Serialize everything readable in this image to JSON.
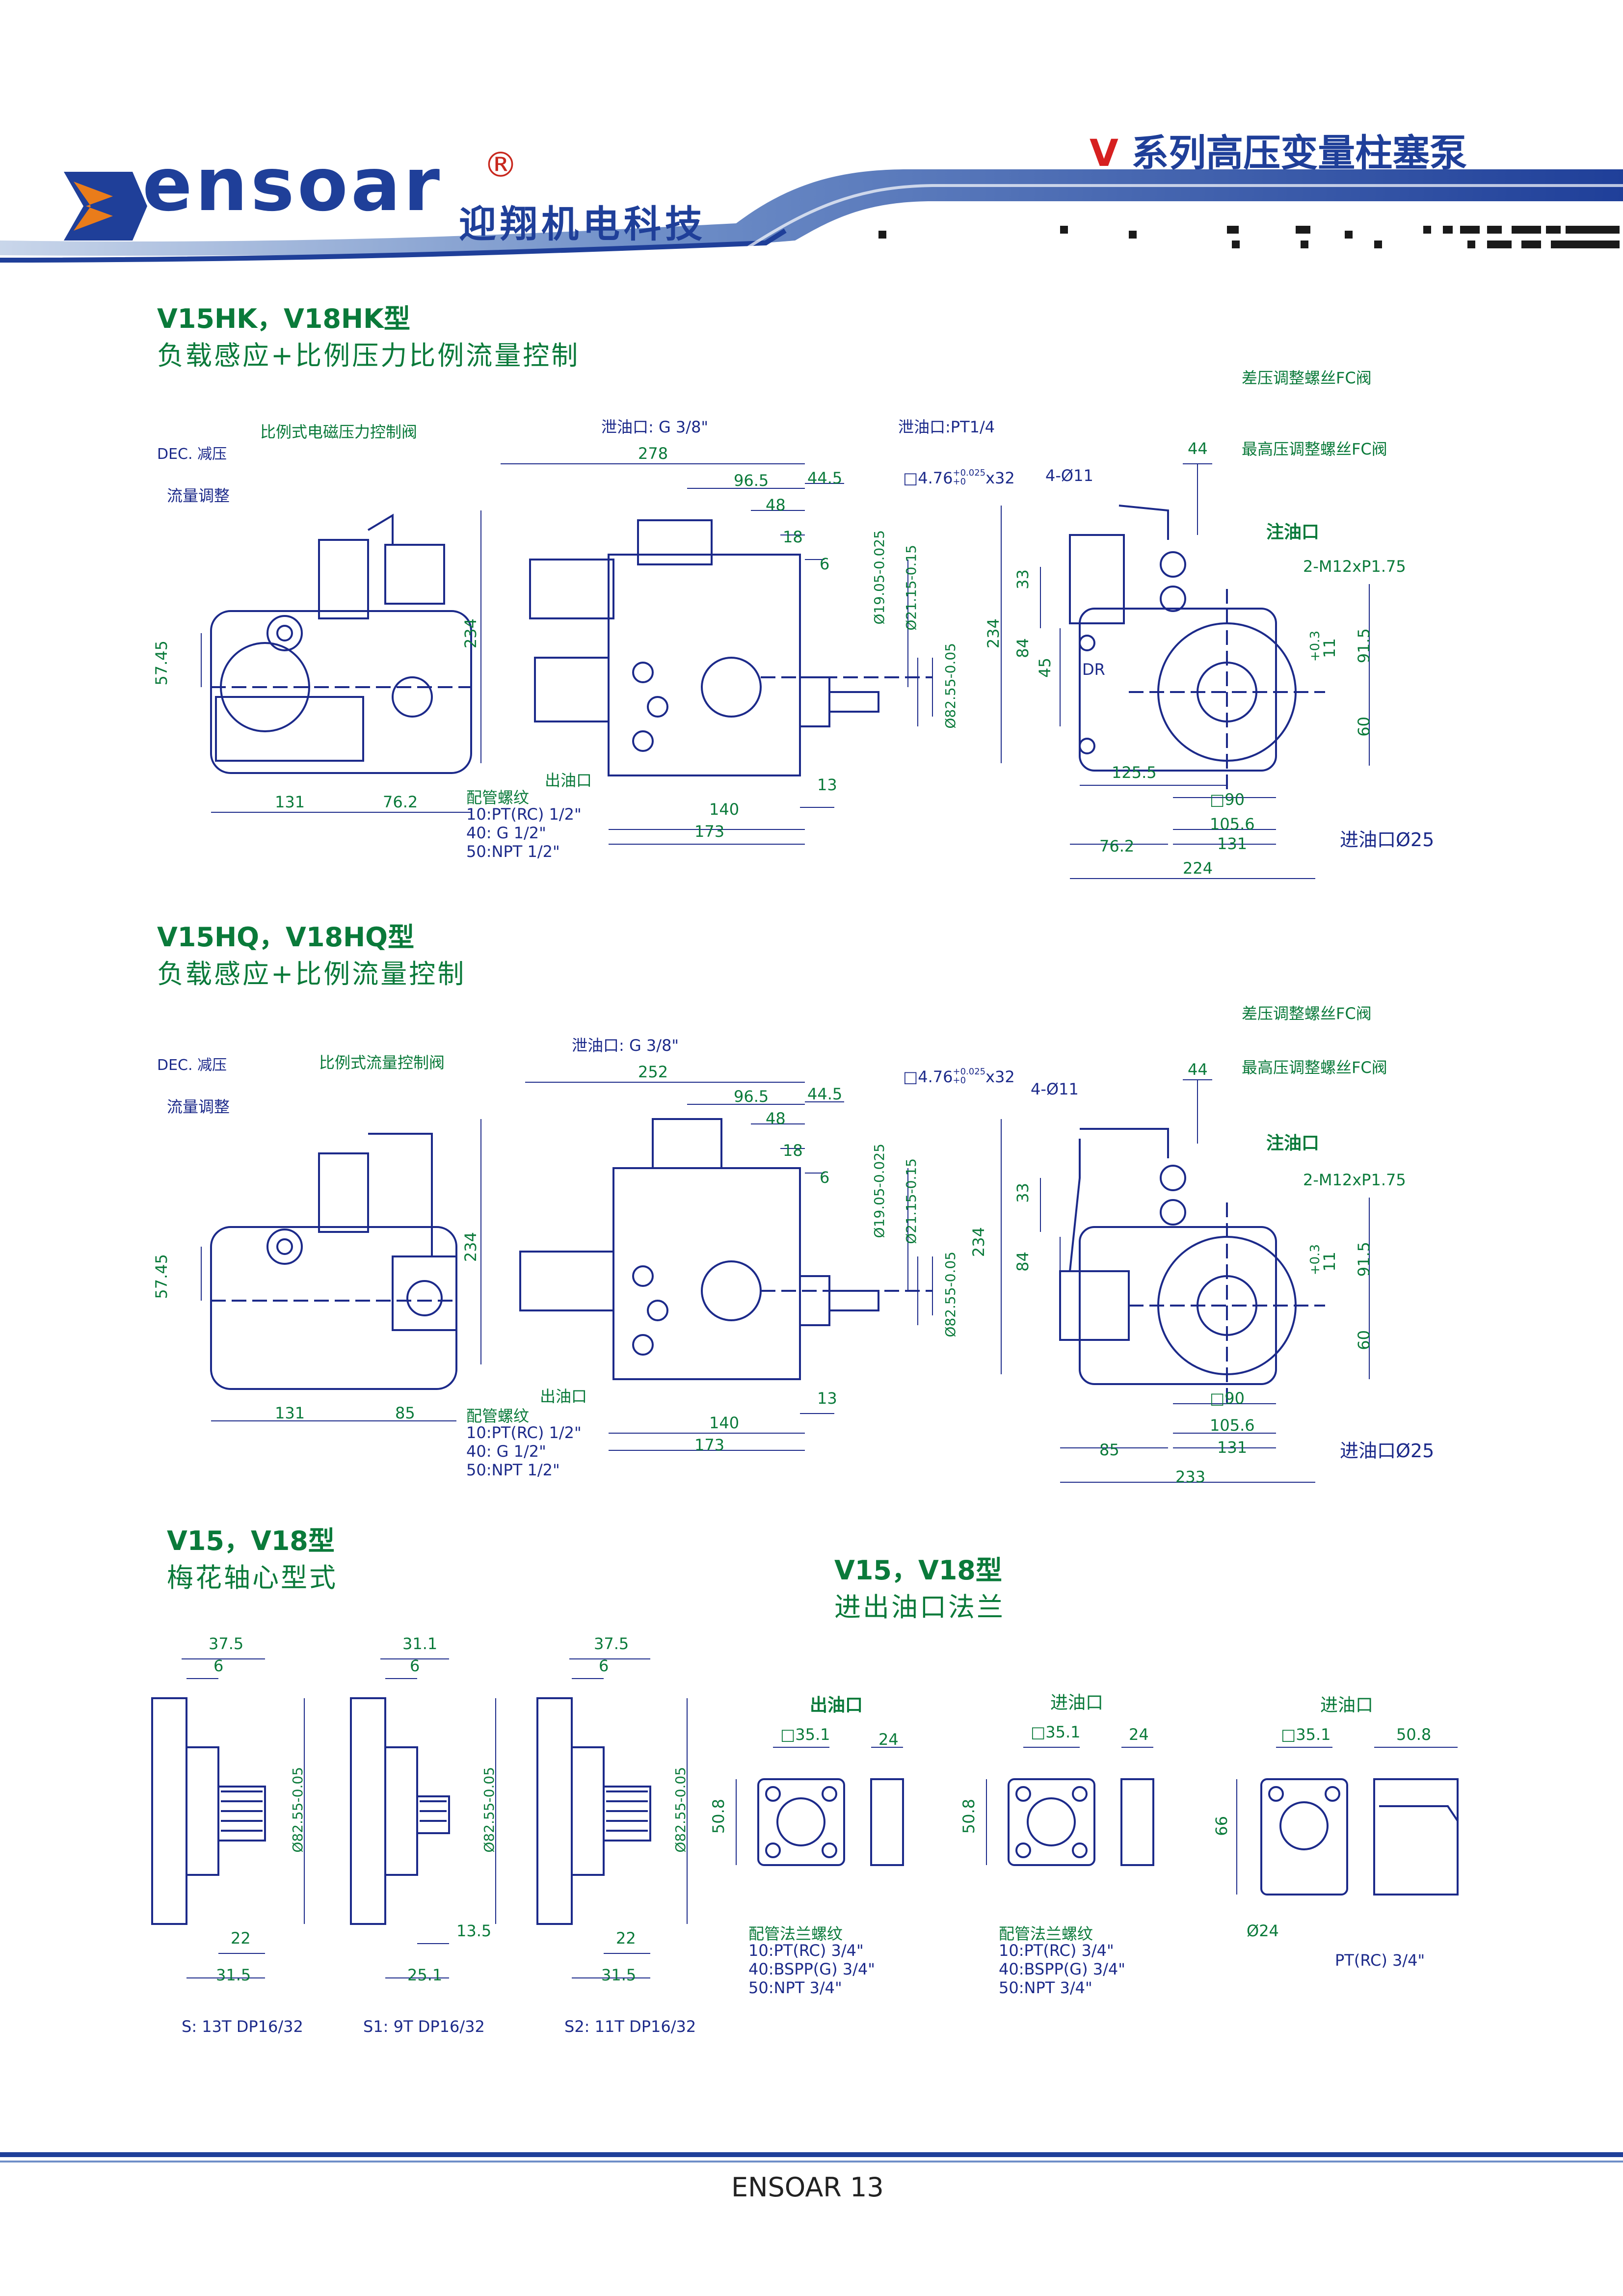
{
  "header": {
    "brand_word": "ensoar",
    "brand_reg": "®",
    "brand_cn": "迎翔机电科技",
    "series_prefix": "V",
    "series_title": " 系列高压变量柱塞泵",
    "colors": {
      "brand_blue": "#1f3f99",
      "accent_red": "#d62020",
      "label_green": "#0a7a3a",
      "drawing_blue": "#1c2a8a"
    }
  },
  "section1": {
    "model": "V15HK，V18HK型",
    "desc": "负载感应+比例压力比例流量控制",
    "labels": {
      "dec": "DEC. 减压",
      "flow_adj": "流量调整",
      "valve": "比例式电磁压力控制阀",
      "drain": "泄油口: G 3/8\"",
      "drain2": "泄油口:PT1/4",
      "key": "□4.76",
      "key_tol": "+0.025\n+0",
      "key_len": "x32",
      "diff_screw": "差压调整螺丝FC阀",
      "max_screw": "最高压调整螺丝FC阀",
      "inject": "注油口",
      "m12": "2-M12xP1.75",
      "holes": "4-Ø11",
      "outlet": "出油口",
      "pipe_title": "配管螺纹",
      "pipe_lines": "10:PT(RC) 1/2\"\n40: G 1/2\"\n50:NPT 1/2\"",
      "inlet": "进油口Ø25",
      "dr": "DR"
    },
    "dims": {
      "d278": "278",
      "d96_5": "96.5",
      "d44_5": "44.5",
      "d48": "48",
      "d18": "18",
      "d6": "6",
      "d234": "234",
      "d57_45": "57.45",
      "d131": "131",
      "d76_2": "76.2",
      "d140": "140",
      "d173": "173",
      "d13": "13",
      "shaft1": "Ø19.05-0.025",
      "shaft2": "Ø21.15-0.15",
      "shaft3": "Ø82.55-0.05",
      "d44": "44",
      "d33": "33",
      "d84": "84",
      "d45": "45",
      "d234b": "234",
      "d91_5": "91.5",
      "d60": "60",
      "d11": "11",
      "d0_3": "+0.3",
      "d125_5": "125.5",
      "sq90": "□90",
      "d105_6": "105.6",
      "d131b": "131",
      "d76_2b": "76.2",
      "d224": "224"
    }
  },
  "section2": {
    "model": "V15HQ，V18HQ型",
    "desc": "负载感应+比例流量控制",
    "labels": {
      "dec": "DEC. 减压",
      "flow_adj": "流量调整",
      "valve": "比例式流量控制阀",
      "drain": "泄油口: G 3/8\"",
      "key": "□4.76",
      "key_tol": "+0.025\n+0",
      "key_len": "x32",
      "diff_screw": "差压调整螺丝FC阀",
      "max_screw": "最高压调整螺丝FC阀",
      "inject": "注油口",
      "m12": "2-M12xP1.75",
      "holes": "4-Ø11",
      "outlet": "出油口",
      "pipe_title": "配管螺纹",
      "pipe_lines": "10:PT(RC) 1/2\"\n40: G 1/2\"\n50:NPT 1/2\"",
      "inlet": "进油口Ø25"
    },
    "dims": {
      "d252": "252",
      "d96_5": "96.5",
      "d44_5": "44.5",
      "d48": "48",
      "d18": "18",
      "d6": "6",
      "d234": "234",
      "d57_45": "57.45",
      "d131": "131",
      "d85": "85",
      "d140": "140",
      "d173": "173",
      "d13": "13",
      "shaft1": "Ø19.05-0.025",
      "shaft2": "Ø21.15-0.15",
      "shaft3": "Ø82.55-0.05",
      "d44": "44",
      "d33": "33",
      "d84": "84",
      "d234b": "234",
      "d91_5": "91.5",
      "d60": "60",
      "d11": "11",
      "d0_3": "+0.3",
      "sq90": "□90",
      "d105_6": "105.6",
      "d131b": "131",
      "d85b": "85",
      "d233": "233"
    }
  },
  "section3": {
    "model": "V15，V18型",
    "desc": "梅花轴心型式",
    "shafts": [
      {
        "top": "37.5",
        "six": "6",
        "dia": "Ø82.55-0.05",
        "bottom1": "22",
        "bottom2": "31.5",
        "caption": "S: 13T DP16/32"
      },
      {
        "top": "31.1",
        "six": "6",
        "dia": "Ø82.55-0.05",
        "bottom1": "13.5",
        "bottom2": "25.1",
        "caption": "S1: 9T DP16/32"
      },
      {
        "top": "37.5",
        "six": "6",
        "dia": "Ø82.55-0.05",
        "bottom1": "22",
        "bottom2": "31.5",
        "caption": "S2: 11T DP16/32"
      }
    ]
  },
  "section4": {
    "model": "V15，V18型",
    "desc": "进出油口法兰",
    "flanges": [
      {
        "title": "出油口",
        "sq": "□35.1",
        "w": "24",
        "h": "50.8",
        "pipe_title": "配管法兰螺纹",
        "pipe_lines": "10:PT(RC) 3/4\"\n40:BSPP(G) 3/4\"\n50:NPT 3/4\""
      },
      {
        "title": "进油口",
        "sq": "□35.1",
        "w": "24",
        "h": "50.8",
        "pipe_title": "配管法兰螺纹",
        "pipe_lines": "10:PT(RC) 3/4\"\n40:BSPP(G) 3/4\"\n50:NPT 3/4\""
      },
      {
        "title": "进油口",
        "sq": "□35.1",
        "w": "50.8",
        "h": "66",
        "dia": "Ø24",
        "port": "PT(RC) 3/4\""
      }
    ]
  },
  "footer": {
    "text": "ENSOAR  13"
  }
}
